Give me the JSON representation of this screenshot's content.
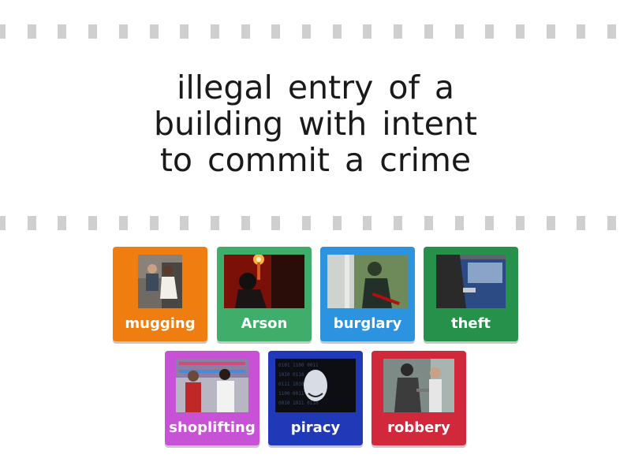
{
  "question": {
    "lines": [
      "illegal entry of a",
      "building with intent",
      "to commit a crime"
    ]
  },
  "tiles": [
    {
      "label": "mugging",
      "color": "#f07d10",
      "image": "mugging-photo"
    },
    {
      "label": "Arson",
      "color": "#3fae6a",
      "image": "arson-photo"
    },
    {
      "label": "burglary",
      "color": "#2b93e0",
      "image": "burglary-photo"
    },
    {
      "label": "theft",
      "color": "#25914a",
      "image": "theft-photo"
    },
    {
      "label": "shoplifting",
      "color": "#c752d6",
      "image": "shoplifting-photo"
    },
    {
      "label": "piracy",
      "color": "#2039b8",
      "image": "piracy-photo"
    },
    {
      "label": "robbery",
      "color": "#d2283b",
      "image": "robbery-photo"
    }
  ]
}
